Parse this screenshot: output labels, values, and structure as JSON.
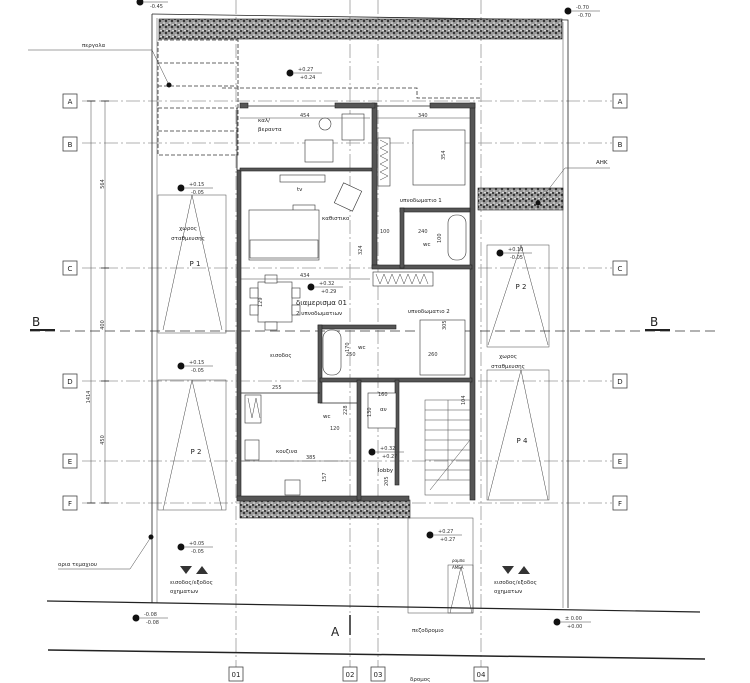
{
  "grid": {
    "rows": [
      "A",
      "B",
      "C",
      "D",
      "E",
      "F"
    ],
    "cols": [
      "01",
      "02",
      "03",
      "04"
    ],
    "section_marks": {
      "horizontal": "B",
      "vertical": "A"
    }
  },
  "dimensions": {
    "left_chain": {
      "total": "1414",
      "a_c": "564",
      "c_d": "400",
      "d_f": "450"
    },
    "veranda_width": "454",
    "bedroom1_width": "340",
    "bedroom1_depth": "354",
    "living_width": "434",
    "dining_depth": "129",
    "corridor": "100",
    "wc1_width": "240",
    "wc1_depth": "100",
    "living_depth": "324",
    "entrance_width": "255",
    "wc2_width": "250",
    "wc2_depth": "170",
    "bedroom2_width": "260",
    "bedroom2_depth": "305",
    "lift_width": "160",
    "lift_depth": "130",
    "wc3_width": "120",
    "wc3_depth": "228",
    "kitchen_width": "385",
    "kitchen_depth": "157",
    "lobby_depth": "205",
    "stair": "104"
  },
  "rooms": {
    "veranda_1": "καλ/",
    "veranda_2": "βεραντα",
    "tv": "tv",
    "living": "καθιστικο",
    "bedroom1": "υπνοδωματιο 1",
    "wc1": "wc",
    "apartment_1": "διαμερισμα 01",
    "apartment_2": "2 υπνοδωματιων",
    "bedroom2": "υπνοδωματιο 2",
    "entrance": "εισοδος",
    "wc2": "wc",
    "wc3": "wc",
    "lift": "αν",
    "kitchen": "κουζινα",
    "lobby": "lobby"
  },
  "parking": {
    "p1": "P 1",
    "p2_left": "P 2",
    "p2_right": "P 2",
    "p4": "P 4",
    "area_label_1": "χωρος",
    "area_label_2": "σταθμευσης"
  },
  "annotations": {
    "pergola": "περγολα",
    "electricity": "ΑΗΚ",
    "plot_limit": "ορια τεμαχιου",
    "vehicle_access_1": "εισοδος/εξοδος",
    "vehicle_access_2": "οχηματων",
    "sidewalk": "πεζοδρομιο",
    "street": "δρομος",
    "ramp_1": "ραμπα",
    "ramp_2": "ΑΜΕΑ"
  },
  "elevations": [
    {
      "top": "",
      "bottom": "-0.45"
    },
    {
      "top": "-0.70",
      "bottom": "-0.70"
    },
    {
      "top": "+0.27",
      "bottom": "+0.24"
    },
    {
      "top": "+0.15",
      "bottom": "-0.05"
    },
    {
      "top": "+0.10",
      "bottom": "-0.05"
    },
    {
      "top": "+0.32",
      "bottom": "+0.29"
    },
    {
      "top": "+0.15",
      "bottom": "-0.05"
    },
    {
      "top": "+0.32",
      "bottom": "+0.27"
    },
    {
      "top": "+0.27",
      "bottom": "+0.27"
    },
    {
      "top": "+0.05",
      "bottom": "-0.05"
    },
    {
      "top": "-0.08",
      "bottom": "-0.08"
    },
    {
      "top": "± 0.00",
      "bottom": "+0.00"
    }
  ]
}
